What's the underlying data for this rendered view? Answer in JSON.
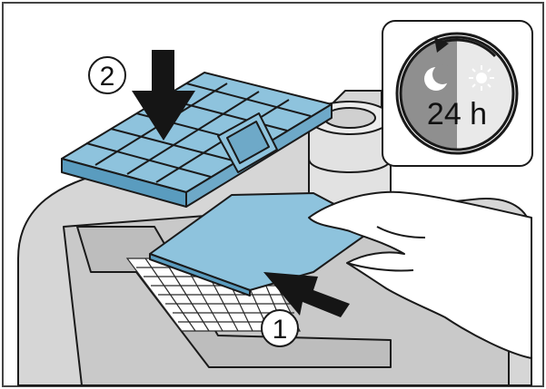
{
  "steps": [
    {
      "number": "1",
      "description": ""
    },
    {
      "number": "2",
      "description": ""
    }
  ],
  "badge": {
    "text": "24 h",
    "icons": [
      "moon-icon",
      "sun-icon"
    ]
  },
  "colors": {
    "part_blue": "#8ec3dd",
    "part_blue_dark": "#5a9cbf",
    "outline": "#1a1a1a",
    "machine_gray": "#d4d4d4",
    "badge_dark": "#8f8f8f",
    "badge_light": "#e9e9e9"
  }
}
